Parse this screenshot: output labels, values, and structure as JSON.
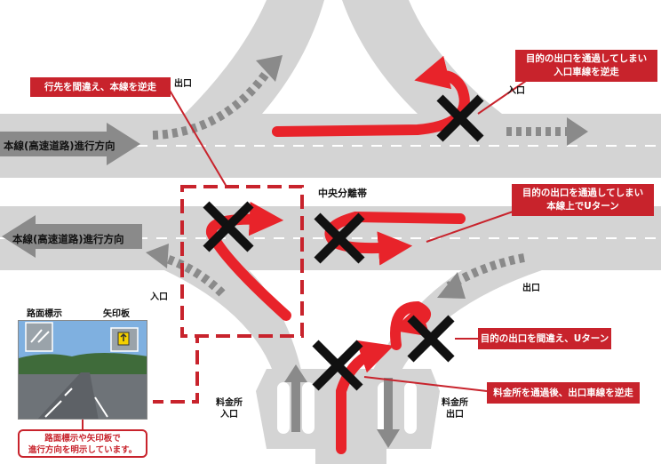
{
  "callouts": {
    "wrong_direction_mainline": "行先を間違え、本線を逆走",
    "passed_exit_entrance_ramp_line1": "目的の出口を通過してしまい",
    "passed_exit_entrance_ramp_line2": "入口車線を逆走",
    "passed_exit_uturn_line1": "目的の出口を通過してしまい",
    "passed_exit_uturn_line2": "本線上でUターン",
    "wrong_exit_uturn": "目的の出口を間違え、Uターン",
    "after_tollgate_exit_lane": "料金所を通過後、出口車線を逆走"
  },
  "labels": {
    "exit_top": "出口",
    "entrance_top": "入口",
    "median": "中央分離帯",
    "exit_right": "出口",
    "entrance_left": "入口",
    "toll_entrance_line1": "料金所",
    "toll_entrance_line2": "入口",
    "toll_exit_line1": "料金所",
    "toll_exit_line2": "出口"
  },
  "lanes": {
    "upper": "本線(高速道路)進行方向",
    "lower": "本線(高速道路)進行方向"
  },
  "photo": {
    "road_marking_title": "路面標示",
    "arrow_sign_title": "矢印板",
    "note_line1": "路面標示や矢印板で",
    "note_line2": "進行方向を明示しています。"
  },
  "colors": {
    "road": "#d4d4d4",
    "arrow_gray": "#8a8a8a",
    "red": "#e8232a",
    "callout_red": "#c8232c",
    "cross": "#111111"
  }
}
